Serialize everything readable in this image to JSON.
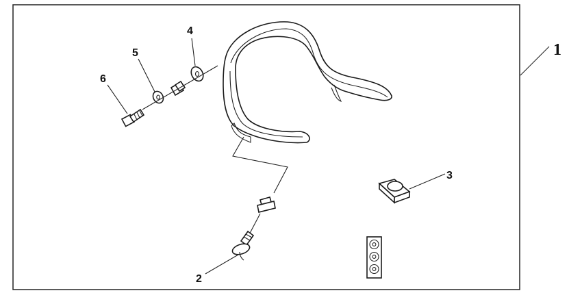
{
  "diagram": {
    "callouts": {
      "kit": "1",
      "bolt_short": "2",
      "nut_block": "3",
      "washer_rubber": "4",
      "washer_flat": "5",
      "bolt_long": "6"
    }
  }
}
